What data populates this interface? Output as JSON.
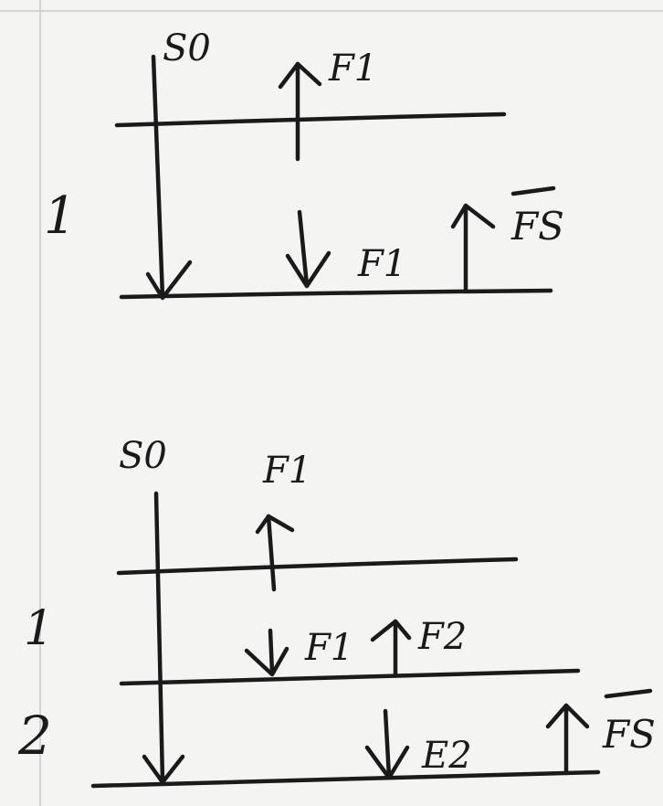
{
  "diagrams": [
    {
      "number": "1",
      "top_label": "S0",
      "labels": {
        "f1_up": "F1",
        "f1_down": "F1",
        "fs_up": "FS"
      }
    },
    {
      "number": "2",
      "side_mark": "1",
      "top_label": "S0",
      "labels": {
        "f1_up": "F1",
        "f1_down": "F1",
        "f2_up": "F2",
        "f2_down": "E2",
        "fs_up": "FS"
      }
    }
  ],
  "colors": {
    "ink": "#1a1a1a",
    "paper": "#f4f4f2"
  }
}
